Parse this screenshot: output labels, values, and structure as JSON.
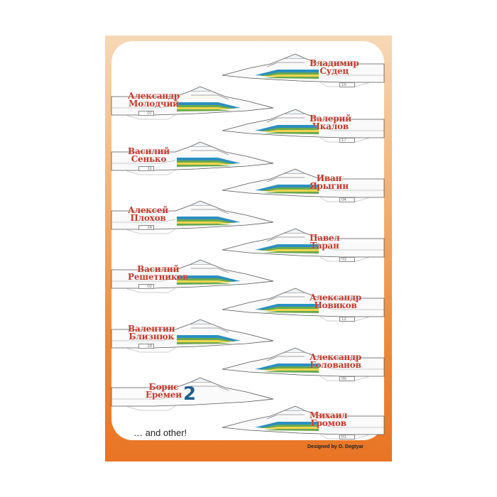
{
  "colors": {
    "border_gradient": [
      "#f7d8b6",
      "#e87424"
    ],
    "name_red": "#c0392b",
    "stripe_blue": "#2a8fc0",
    "stripe_green": "#6aa84f",
    "stripe_yellow": "#f1d64e",
    "outline": "#555555"
  },
  "left_column": [
    {
      "name_line1": "Александр",
      "name_line2": "Молодчий",
      "number": "07"
    },
    {
      "name_line1": "Василий",
      "name_line2": "Сенько",
      "number": "11"
    },
    {
      "name_line1": "Алексей",
      "name_line2": "Плохов",
      "number": "16"
    },
    {
      "name_line1": "Василий",
      "name_line2": "Решетников",
      "number": "02"
    },
    {
      "name_line1": "Валентин",
      "name_line2": "Близнюк",
      "number": "19"
    },
    {
      "name_line1": "Борис",
      "name_line2": "Еремеи",
      "number": "",
      "big_number": "2"
    }
  ],
  "right_column": [
    {
      "name_line1": "Владимир",
      "name_line2": "Судец",
      "number": "15"
    },
    {
      "name_line1": "Валерий",
      "name_line2": "Чкалов",
      "number": "17"
    },
    {
      "name_line1": "Иван",
      "name_line2": "Ярыгин",
      "number": "04"
    },
    {
      "name_line1": "Павел",
      "name_line2": "Таран",
      "number": "03"
    },
    {
      "name_line1": "Александр",
      "name_line2": "Новиков",
      "number": "12"
    },
    {
      "name_line1": "Александр",
      "name_line2": "Голованов",
      "number": "05"
    },
    {
      "name_line1": "Михаил",
      "name_line2": "Громов",
      "number": "01"
    }
  ],
  "caption": "… and other!",
  "credit": "Designed by O. Degtyar"
}
